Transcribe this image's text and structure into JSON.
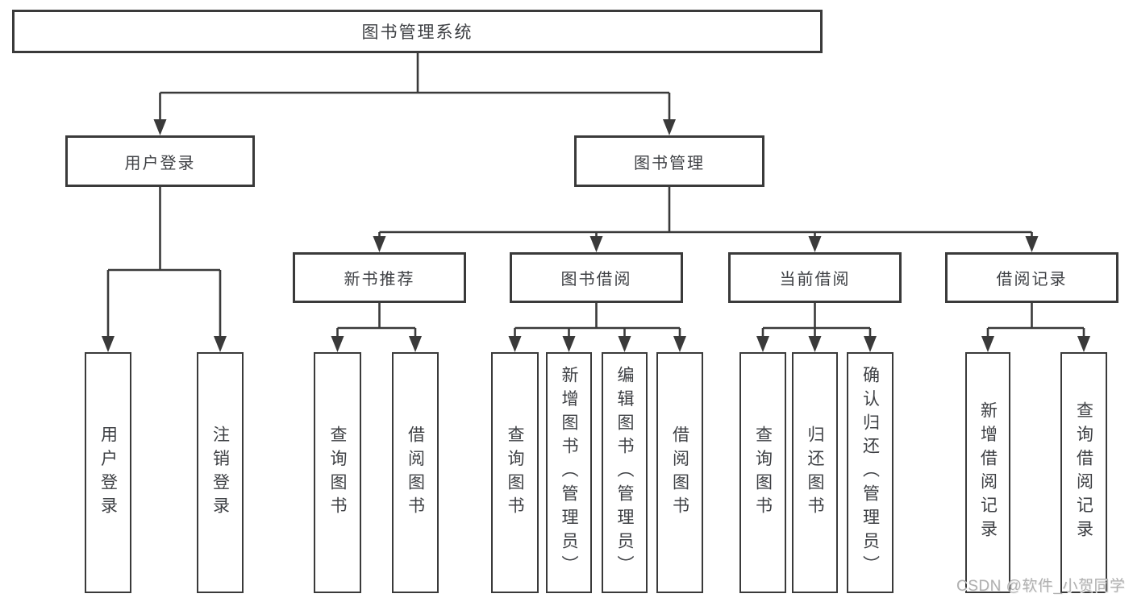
{
  "tree": {
    "root": {
      "label": "图书管理系统",
      "children": [
        {
          "label": "用户登录",
          "children": [
            {
              "label": "用户登录"
            },
            {
              "label": "注销登录"
            }
          ]
        },
        {
          "label": "图书管理",
          "children": [
            {
              "label": "新书推荐",
              "children": [
                {
                  "label": "查询图书"
                },
                {
                  "label": "借阅图书"
                }
              ]
            },
            {
              "label": "图书借阅",
              "children": [
                {
                  "label": "查询图书"
                },
                {
                  "label": "新增图书（管理员）"
                },
                {
                  "label": "编辑图书（管理员）"
                },
                {
                  "label": "借阅图书"
                }
              ]
            },
            {
              "label": "当前借阅",
              "children": [
                {
                  "label": "查询图书"
                },
                {
                  "label": "归还图书"
                },
                {
                  "label": "确认归还（管理员）"
                }
              ]
            },
            {
              "label": "借阅记录",
              "children": [
                {
                  "label": "新增借阅记录"
                },
                {
                  "label": "查询借阅记录"
                }
              ]
            }
          ]
        }
      ]
    }
  },
  "watermark": {
    "text": "CSDN @软件_小贺同学"
  },
  "colors": {
    "line": "#3a3a3a",
    "box_border": "#3a3a3a",
    "text": "#3e4044",
    "watermark": "#b0b0b0",
    "background": "#ffffff"
  }
}
